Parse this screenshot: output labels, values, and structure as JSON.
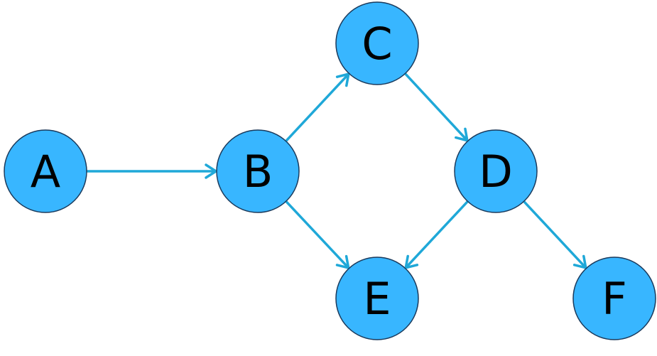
{
  "diagram": {
    "type": "directed-graph",
    "colors": {
      "node_fill": "#38b6ff",
      "node_stroke": "#1a3a5c",
      "edge": "#1fa8d8",
      "label": "#000000"
    },
    "nodes": [
      {
        "id": "A",
        "label": "A"
      },
      {
        "id": "B",
        "label": "B"
      },
      {
        "id": "C",
        "label": "C"
      },
      {
        "id": "D",
        "label": "D"
      },
      {
        "id": "E",
        "label": "E"
      },
      {
        "id": "F",
        "label": "F"
      }
    ],
    "edges": [
      {
        "from": "A",
        "to": "B"
      },
      {
        "from": "B",
        "to": "C"
      },
      {
        "from": "B",
        "to": "E"
      },
      {
        "from": "C",
        "to": "D"
      },
      {
        "from": "D",
        "to": "E"
      },
      {
        "from": "D",
        "to": "F"
      }
    ]
  }
}
